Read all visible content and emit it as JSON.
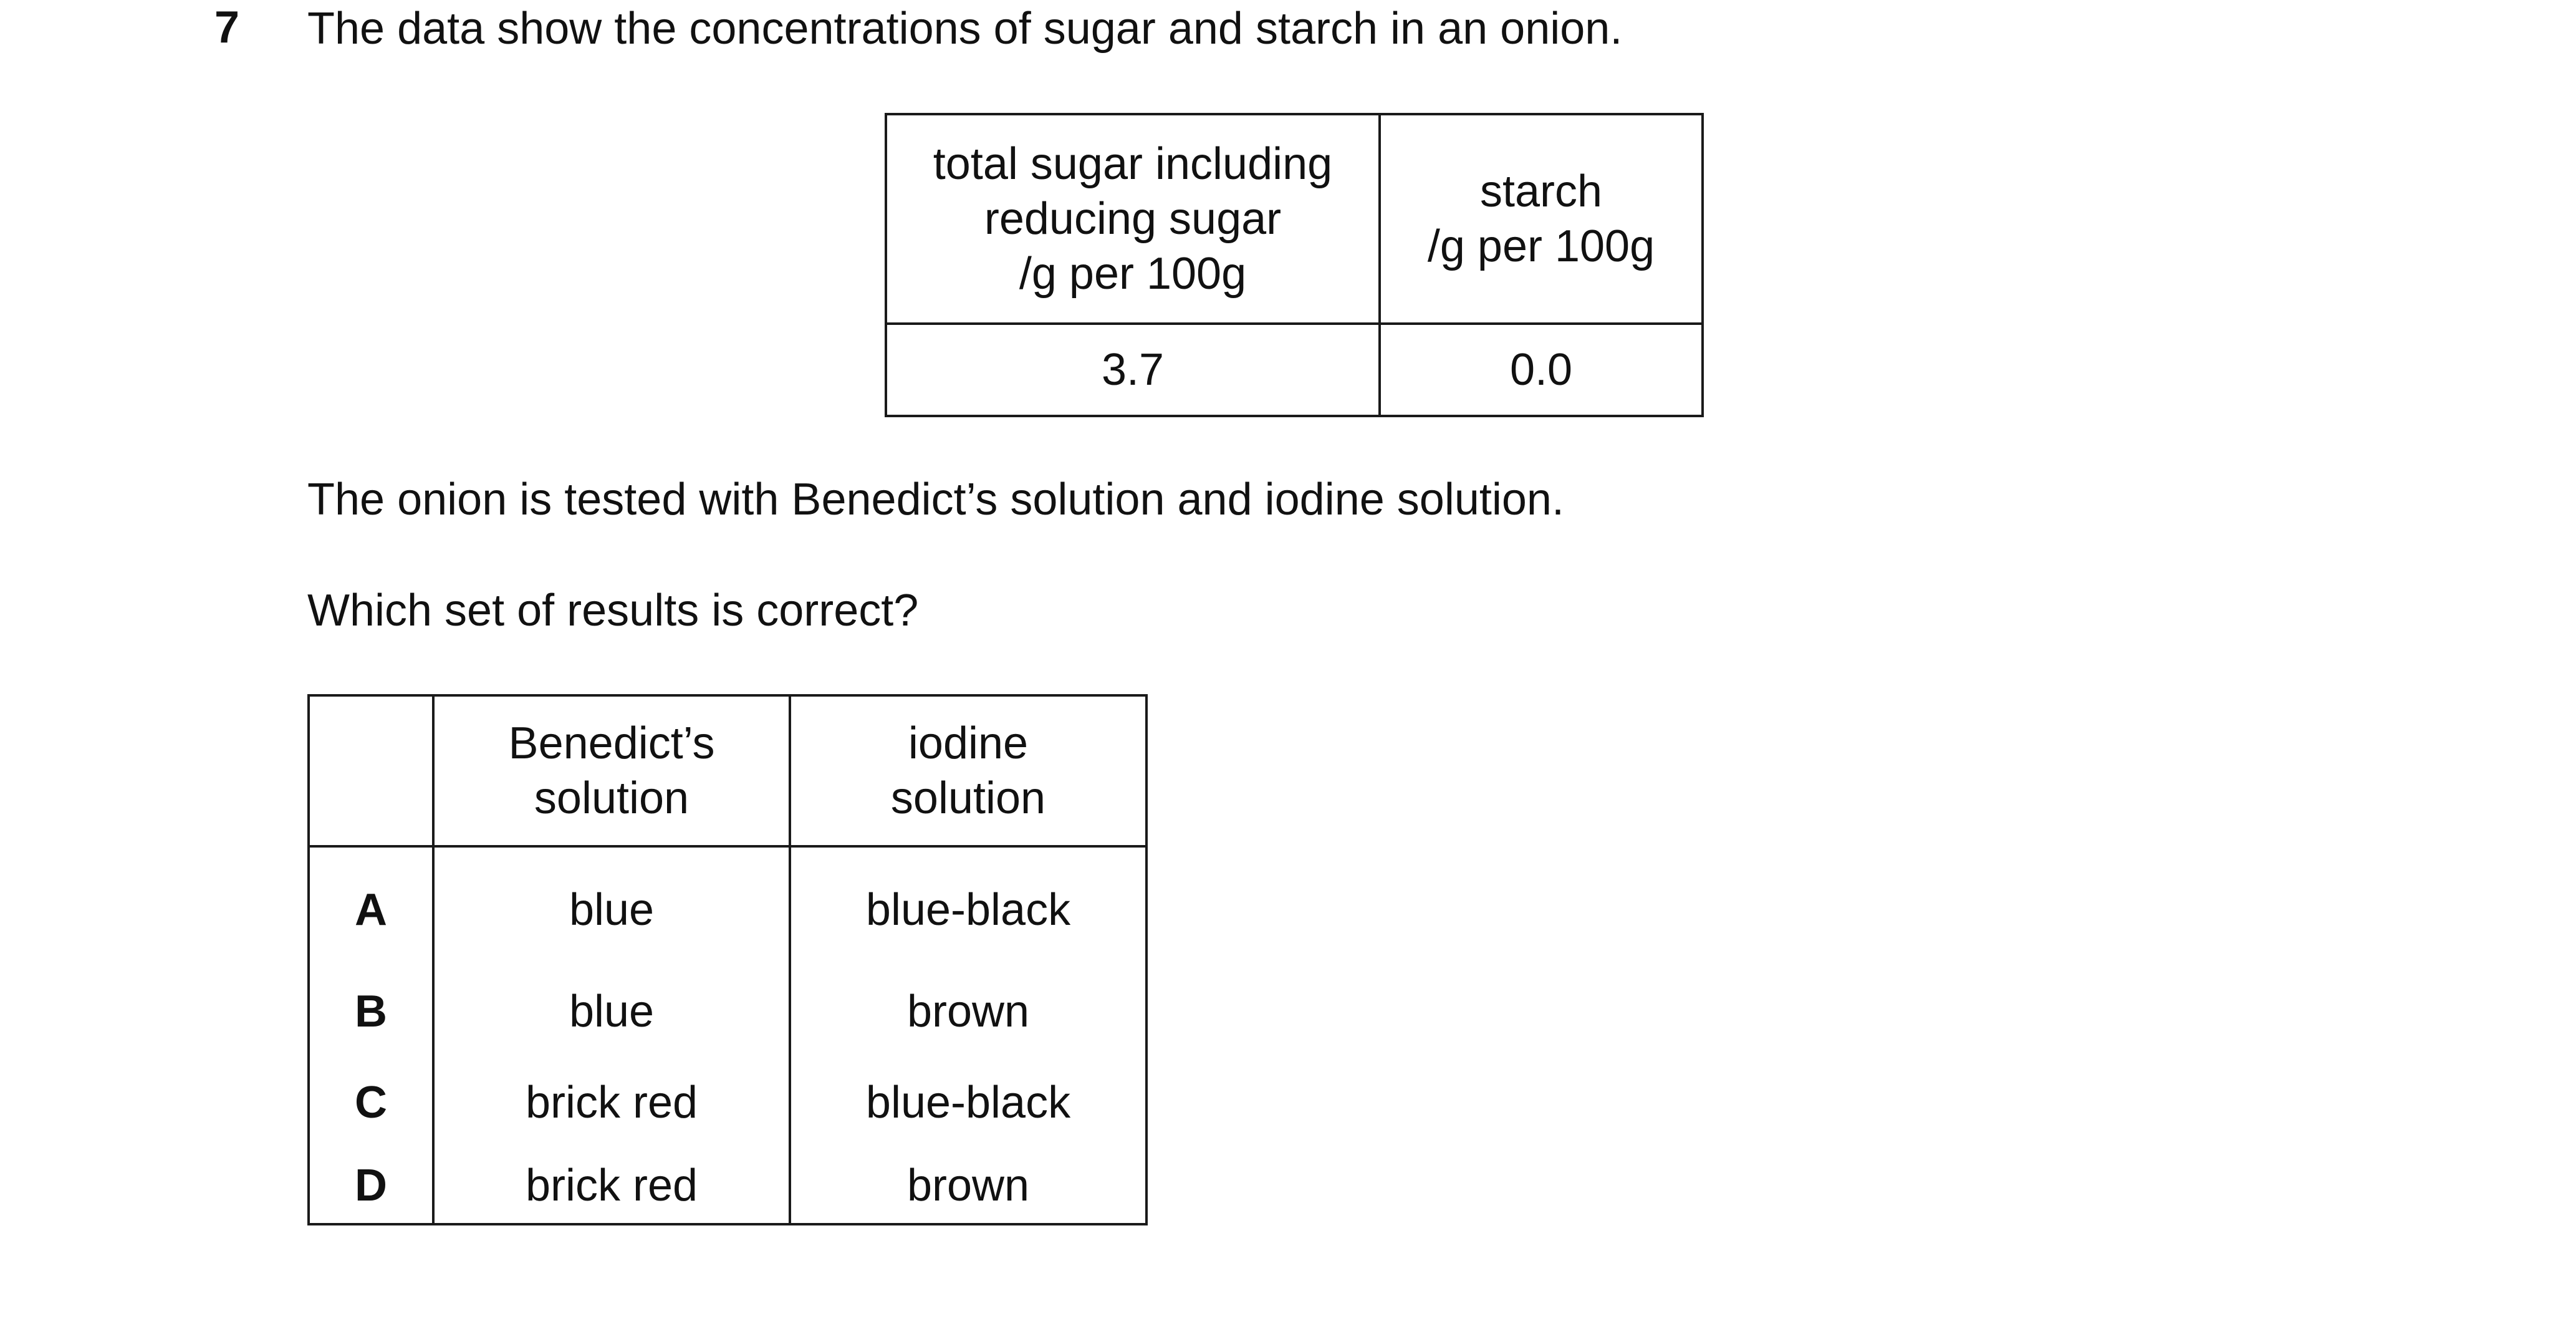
{
  "question": {
    "number": "7",
    "intro": "The data show the concentrations of sugar and starch in an onion.",
    "line2": "The onion is tested with Benedict’s solution and iodine solution.",
    "line3": "Which set of results is correct?"
  },
  "data_table": {
    "headers": [
      [
        "total sugar including",
        "reducing sugar",
        "/g per 100g"
      ],
      [
        "starch",
        "/g per 100g"
      ]
    ],
    "values": [
      "3.7",
      "0.0"
    ]
  },
  "results_table": {
    "headers": [
      "",
      [
        "Benedict’s",
        "solution"
      ],
      [
        "iodine",
        "solution"
      ]
    ],
    "rows": [
      {
        "option": "A",
        "benedicts": "blue",
        "iodine": "blue-black"
      },
      {
        "option": "B",
        "benedicts": "blue",
        "iodine": "brown"
      },
      {
        "option": "C",
        "benedicts": "brick red",
        "iodine": "blue-black"
      },
      {
        "option": "D",
        "benedicts": "brick red",
        "iodine": "brown"
      }
    ]
  }
}
